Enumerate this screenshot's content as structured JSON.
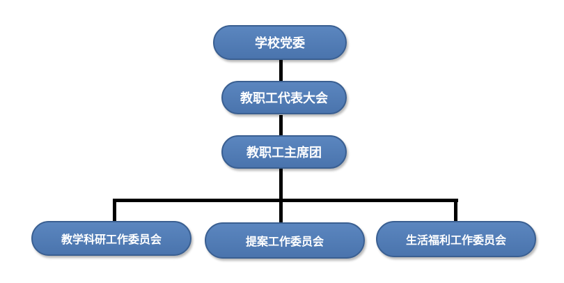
{
  "diagram": {
    "nodes": {
      "party_committee": "学校党委",
      "staff_congress": "教职工代表大会",
      "presidium": "教职工主席团",
      "teaching_research_committee": "教学科研工作委员会",
      "proposal_committee": "提案工作委员会",
      "welfare_committee": "生活福利工作委员会"
    }
  }
}
